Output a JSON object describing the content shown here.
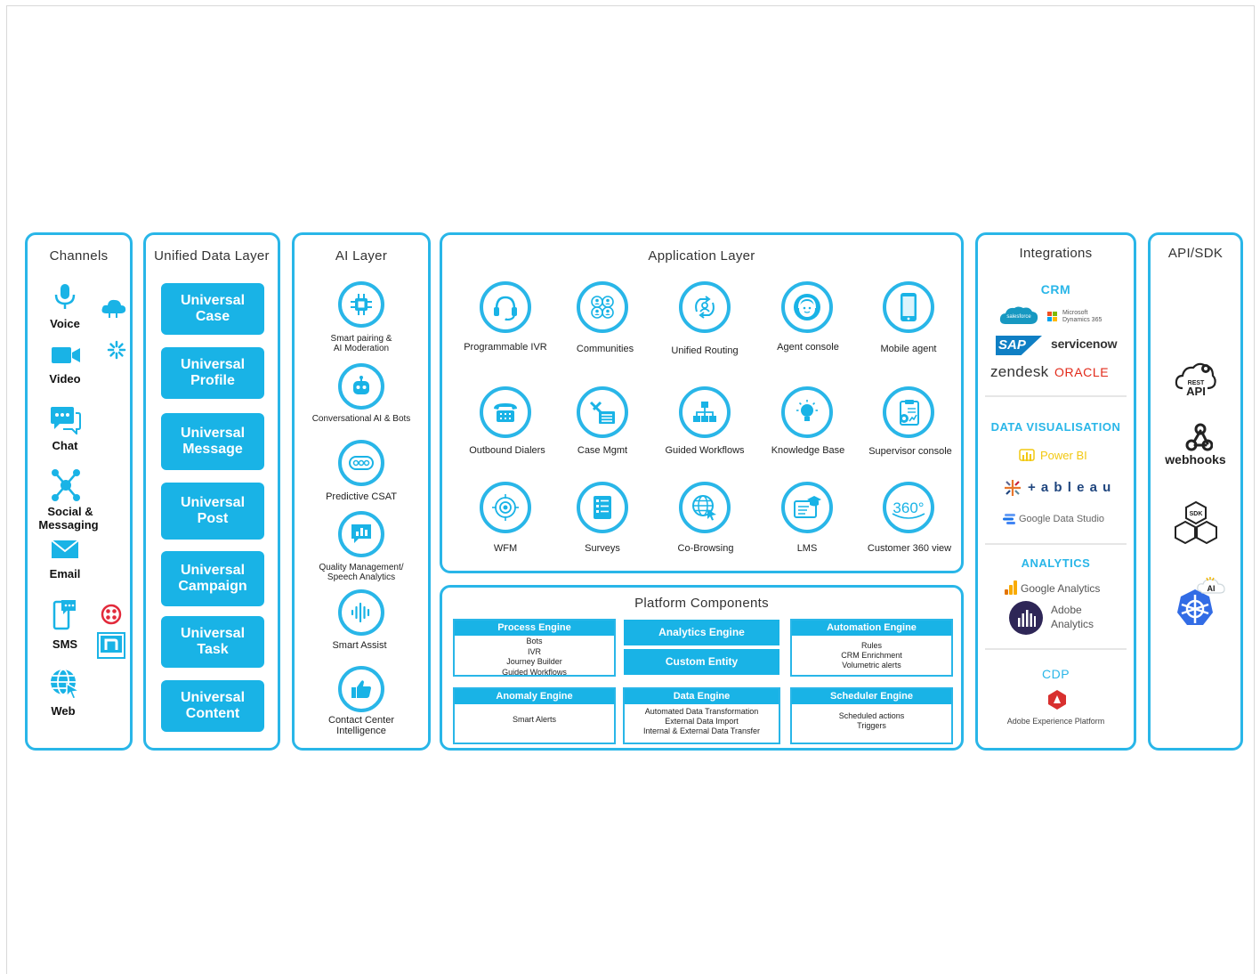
{
  "channels": {
    "title": "Channels",
    "voice": "Voice",
    "video": "Video",
    "chat": "Chat",
    "social": "Social &",
    "messaging": "Messaging",
    "email": "Email",
    "sms": "SMS",
    "web": "Web"
  },
  "unified": {
    "title": "Unified  Data Layer",
    "buttons": [
      [
        "Universal",
        "Case"
      ],
      [
        "Universal",
        "Profile"
      ],
      [
        "Universal",
        "Message"
      ],
      [
        "Universal",
        "Post"
      ],
      [
        "Universal",
        "Campaign"
      ],
      [
        "Universal",
        "Task"
      ],
      [
        "Universal",
        "Content"
      ]
    ]
  },
  "ai": {
    "title": "AI Layer",
    "items": [
      [
        "Smart pairing &",
        "AI Moderation"
      ],
      [
        "Conversational AI & Bots",
        ""
      ],
      [
        "Predictive CSAT",
        ""
      ],
      [
        "Quality Management/",
        "Speech Analytics"
      ],
      [
        "Smart Assist",
        ""
      ],
      [
        "Contact Center",
        "Intelligence"
      ]
    ]
  },
  "app": {
    "title": "Application  Layer",
    "items": [
      "Programmable IVR",
      "Communities",
      "Unified Routing",
      "Agent console",
      "Mobile agent",
      "Outbound Dialers",
      "Case Mgmt",
      "Guided Workflows",
      "Knowledge Base",
      "Supervisor console",
      "WFM",
      "Surveys",
      "Co-Browsing",
      "LMS",
      "Customer 360 view"
    ]
  },
  "platform": {
    "title": "Platform  Components",
    "process_head": "Process  Engine",
    "process_body": [
      "Bots",
      "IVR",
      "Journey Builder",
      "Guided Workflows"
    ],
    "analytics": "Analytics Engine",
    "custom": "Custom Entity",
    "automation_head": "Automation Engine",
    "automation_body": [
      "Rules",
      "CRM Enrichment",
      "Volumetric alerts"
    ],
    "anomaly_head": "Anomaly   Engine",
    "anomaly_body": [
      "Smart Alerts"
    ],
    "data_head": "Data Engine",
    "data_body": [
      "Automated Data  Transformation",
      "External Data Import",
      "Internal & External Data Transfer"
    ],
    "scheduler_head": "Scheduler  Engine",
    "scheduler_body": [
      "Scheduled actions",
      "Triggers"
    ]
  },
  "integrations": {
    "title": "Integrations",
    "crm": "CRM",
    "salesforce": "salesforce",
    "microsoft": [
      "Microsoft",
      "Dynamics 365"
    ],
    "sap": "SAP",
    "servicenow": "servicenow",
    "zendesk": "zendesk",
    "oracle": "ORACLE",
    "dataviz": "DATA  VISUALISATION",
    "powerbi": "Power BI",
    "tableau": "+ a b l e a u",
    "gds": "Google Data Studio",
    "analytics": "ANALYTICS",
    "ga": "Google Analytics",
    "adobe": [
      "Adobe",
      "Analytics"
    ],
    "cdp": "CDP",
    "aep": "Adobe Experience Platform"
  },
  "api": {
    "title": "API/SDK",
    "rest": [
      "REST",
      "API"
    ],
    "webhooks": "webhooks",
    "sdk": "SDK",
    "ai": "AI"
  },
  "colors": {
    "accent": "#29b6e8",
    "button": "#19b3e6"
  }
}
